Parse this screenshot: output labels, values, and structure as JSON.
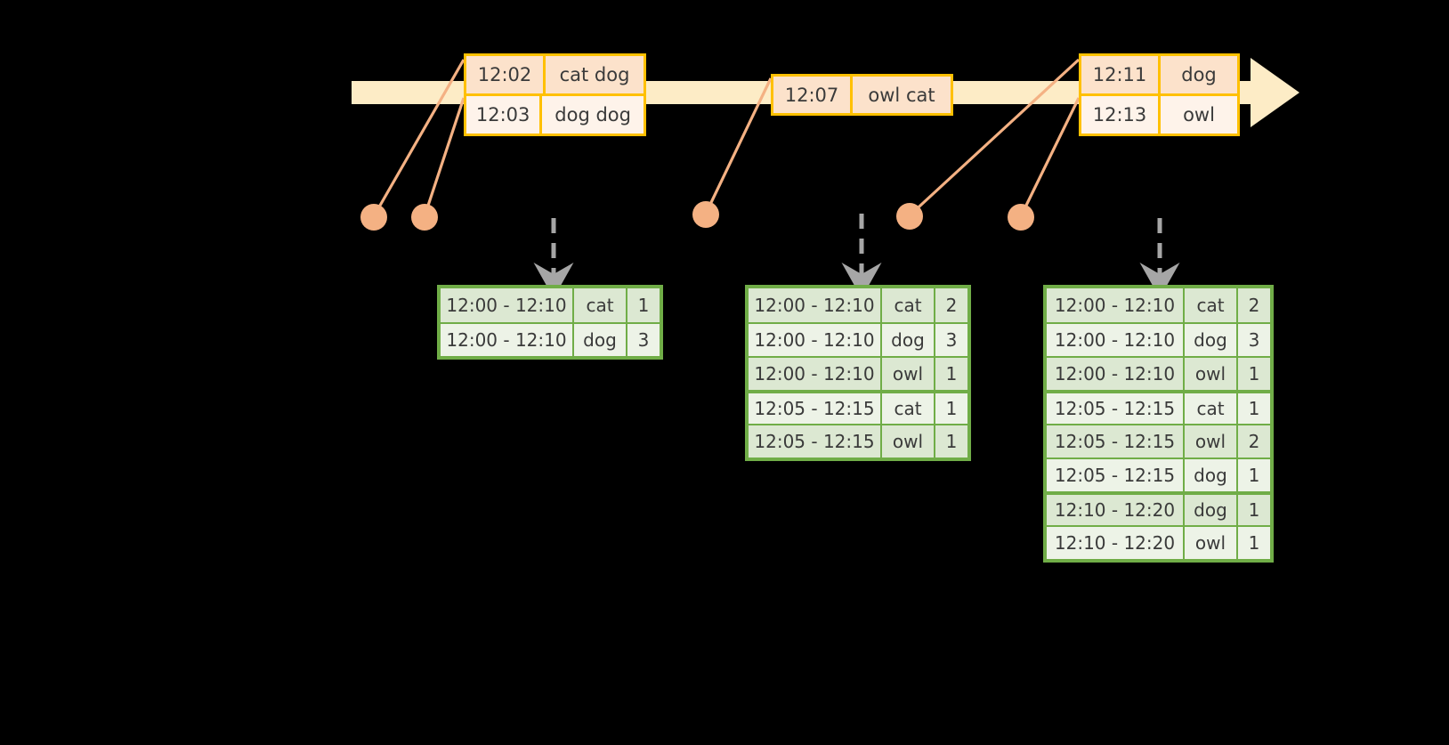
{
  "timeline": {
    "name": "event-stream-timeline",
    "direction": "right",
    "arrow_color": "#FDECC6",
    "event_boxes": [
      {
        "id": "box-1",
        "rows": [
          {
            "time": "12:02",
            "payload": "cat dog"
          },
          {
            "time": "12:03",
            "payload": "dog dog"
          }
        ]
      },
      {
        "id": "box-2",
        "rows": [
          {
            "time": "12:07",
            "payload": "owl cat"
          }
        ]
      },
      {
        "id": "box-3",
        "rows": [
          {
            "time": "12:11",
            "payload": "dog"
          },
          {
            "time": "12:13",
            "payload": "owl"
          }
        ]
      }
    ],
    "markers": [
      {
        "id": "marker-1",
        "label": "12:02"
      },
      {
        "id": "marker-2",
        "label": "12:03"
      },
      {
        "id": "marker-3",
        "label": "12:07"
      },
      {
        "id": "marker-4",
        "label": "12:11"
      },
      {
        "id": "marker-5",
        "label": "12:13"
      }
    ]
  },
  "colors": {
    "timeline_fill": "#FDECC6",
    "event_border": "#FFC000",
    "event_fill_dark": "#FCE2CB",
    "event_fill_light": "#FEF3EA",
    "table_border": "#70AD47",
    "table_fill_dark": "#DCE8D2",
    "table_fill_light": "#EDF3E7",
    "marker_dot": "#F4B183",
    "dashed_arrow": "#A6A6A6",
    "background": "#000000"
  },
  "results": [
    {
      "id": "result-table-1",
      "rows": [
        {
          "window": "12:00 - 12:10",
          "word": "cat",
          "count": "1",
          "tint": "dark",
          "break": false
        },
        {
          "window": "12:00 - 12:10",
          "word": "dog",
          "count": "3",
          "tint": "light",
          "break": false
        }
      ]
    },
    {
      "id": "result-table-2",
      "rows": [
        {
          "window": "12:00 - 12:10",
          "word": "cat",
          "count": "2",
          "tint": "dark",
          "break": false
        },
        {
          "window": "12:00 - 12:10",
          "word": "dog",
          "count": "3",
          "tint": "light",
          "break": false
        },
        {
          "window": "12:00 - 12:10",
          "word": "owl",
          "count": "1",
          "tint": "dark",
          "break": false
        },
        {
          "window": "12:05 - 12:15",
          "word": "cat",
          "count": "1",
          "tint": "light",
          "break": true
        },
        {
          "window": "12:05 - 12:15",
          "word": "owl",
          "count": "1",
          "tint": "dark",
          "break": false
        }
      ]
    },
    {
      "id": "result-table-3",
      "rows": [
        {
          "window": "12:00 - 12:10",
          "word": "cat",
          "count": "2",
          "tint": "dark",
          "break": false
        },
        {
          "window": "12:00 - 12:10",
          "word": "dog",
          "count": "3",
          "tint": "light",
          "break": false
        },
        {
          "window": "12:00 - 12:10",
          "word": "owl",
          "count": "1",
          "tint": "dark",
          "break": false
        },
        {
          "window": "12:05 - 12:15",
          "word": "cat",
          "count": "1",
          "tint": "light",
          "break": true
        },
        {
          "window": "12:05 - 12:15",
          "word": "owl",
          "count": "2",
          "tint": "dark",
          "break": false
        },
        {
          "window": "12:05 - 12:15",
          "word": "dog",
          "count": "1",
          "tint": "light",
          "break": false
        },
        {
          "window": "12:10 - 12:20",
          "word": "dog",
          "count": "1",
          "tint": "dark",
          "break": true
        },
        {
          "window": "12:10 - 12:20",
          "word": "owl",
          "count": "1",
          "tint": "light",
          "break": false
        }
      ]
    }
  ]
}
